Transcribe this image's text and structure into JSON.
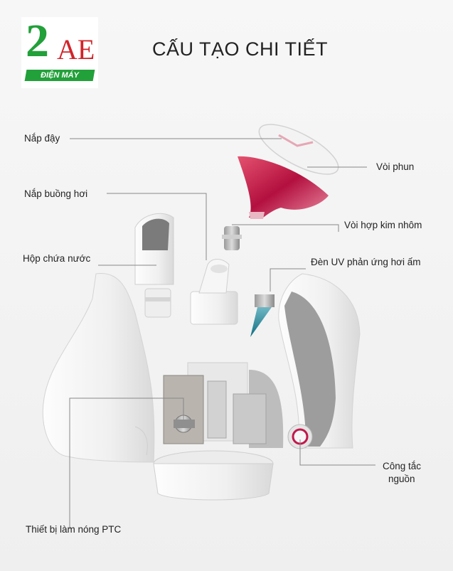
{
  "header": {
    "title": "CẤU TẠO CHI TIẾT"
  },
  "logo": {
    "text_big": "2",
    "text_ae": "AE",
    "text_band": "ĐIỆN MÁY"
  },
  "labels": {
    "nap_day": "Nắp đậy",
    "voi_phun": "Vòi phun",
    "nap_buong_hoi": "Nắp buồng hơi",
    "voi_hop_kim": "Vòi hợp kim nhôm",
    "hop_chua_nuoc": "Hộp chứa nước",
    "den_uv": "Đèn UV phản ứng hơi ấm",
    "cong_tac_1": "Công tắc",
    "cong_tac_2": "nguồn",
    "thiet_bi_ptc": "Thiết bị làm nóng PTC"
  },
  "colors": {
    "brand_green": "#22a03a",
    "brand_red": "#d2232a",
    "nozzle": "#c2184b"
  }
}
